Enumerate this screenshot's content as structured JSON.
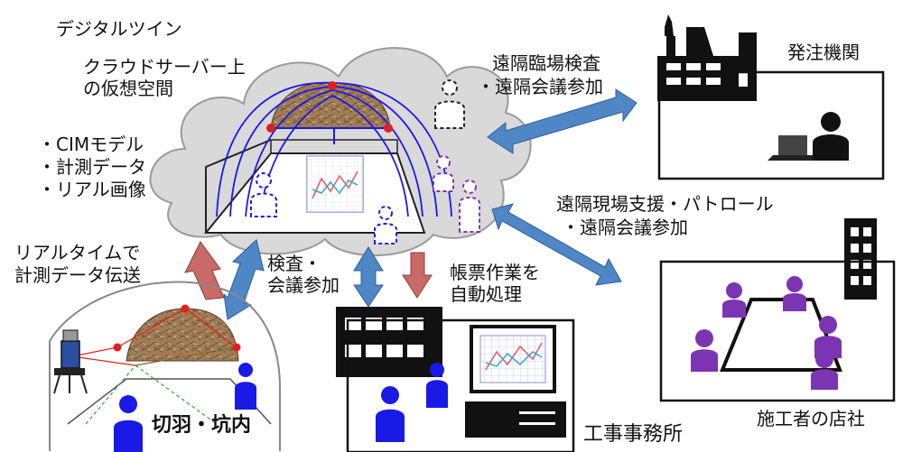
{
  "labels": {
    "digital_twin": "デジタルツイン",
    "cloud_virtual_1": "クラウドサーバー上",
    "cloud_virtual_2": "の仮想空間",
    "cloud_item_1": "・CIMモデル",
    "cloud_item_2": "・計測データ",
    "cloud_item_3": "・リアル画像",
    "client_remote_1": "遠隔臨場検査",
    "client_remote_2": "・遠隔会議参加",
    "client_org": "発注機関",
    "contractor_remote_1": "遠隔現場支援・パトロール",
    "contractor_remote_2": "・遠隔会議参加",
    "contractor_office": "施工者の店社",
    "realtime_1": "リアルタイムで",
    "realtime_2": "計測データ伝送",
    "inspection_1": "検査・",
    "inspection_2": "会議参加",
    "forms_1": "帳票作業を",
    "forms_2": "自動処理",
    "face_tunnel": "切羽・坑内",
    "site_office": "工事事務所"
  },
  "colors": {
    "arrow_blue": "#4f86c6",
    "arrow_red": "#c96a66",
    "person_blue": "#1a1ae6",
    "person_purple": "#7b35b2",
    "cloud_gray": "#d9d9d9",
    "rock_brown": "#9c7a52"
  },
  "icons": [
    "cloud-icon",
    "factory-icon",
    "building-icon",
    "office-building-icon",
    "total-station-icon",
    "laptop-icon",
    "monitor-icon",
    "chart-icon",
    "person-icon"
  ]
}
